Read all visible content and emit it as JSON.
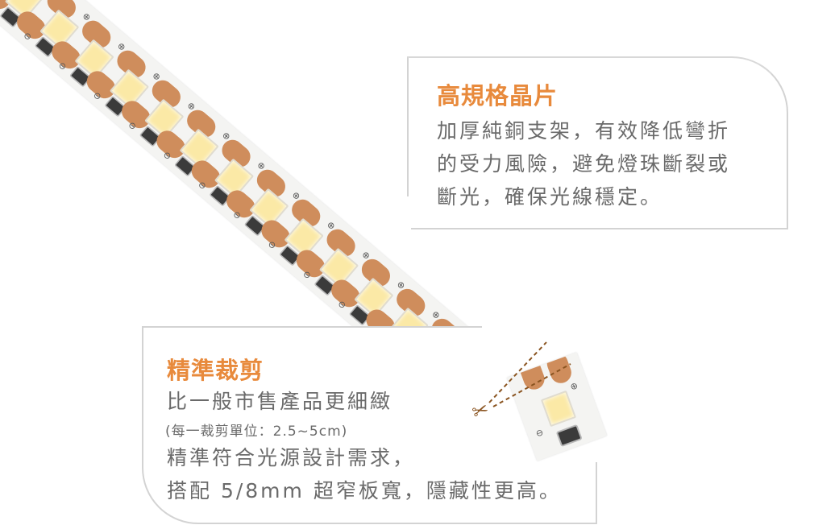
{
  "features": [
    {
      "title": "高規格晶片",
      "lines": [
        "加厚純銅支架，有效降低彎折",
        "的受力風險，避免燈珠斷裂或",
        "斷光，確保光線穩定。"
      ]
    },
    {
      "title": "精準裁剪",
      "lines": [
        "比一般市售產品更細緻",
        "精準符合光源設計需求，",
        "搭配 5/8mm 超窄板寬，隱藏性更高。"
      ],
      "note": "(每一裁剪單位：2.5~5cm)"
    }
  ],
  "colors": {
    "accent": "#e88a3c",
    "text": "#6a6a6a",
    "border": "#d3d3d3",
    "copper_pad": "#cf8d5c",
    "led_chip": "#fbe9a6",
    "cut_line": "#8a5420"
  },
  "icons": {
    "plus": "⊕",
    "minus": "⊖",
    "scissors": "✂"
  }
}
